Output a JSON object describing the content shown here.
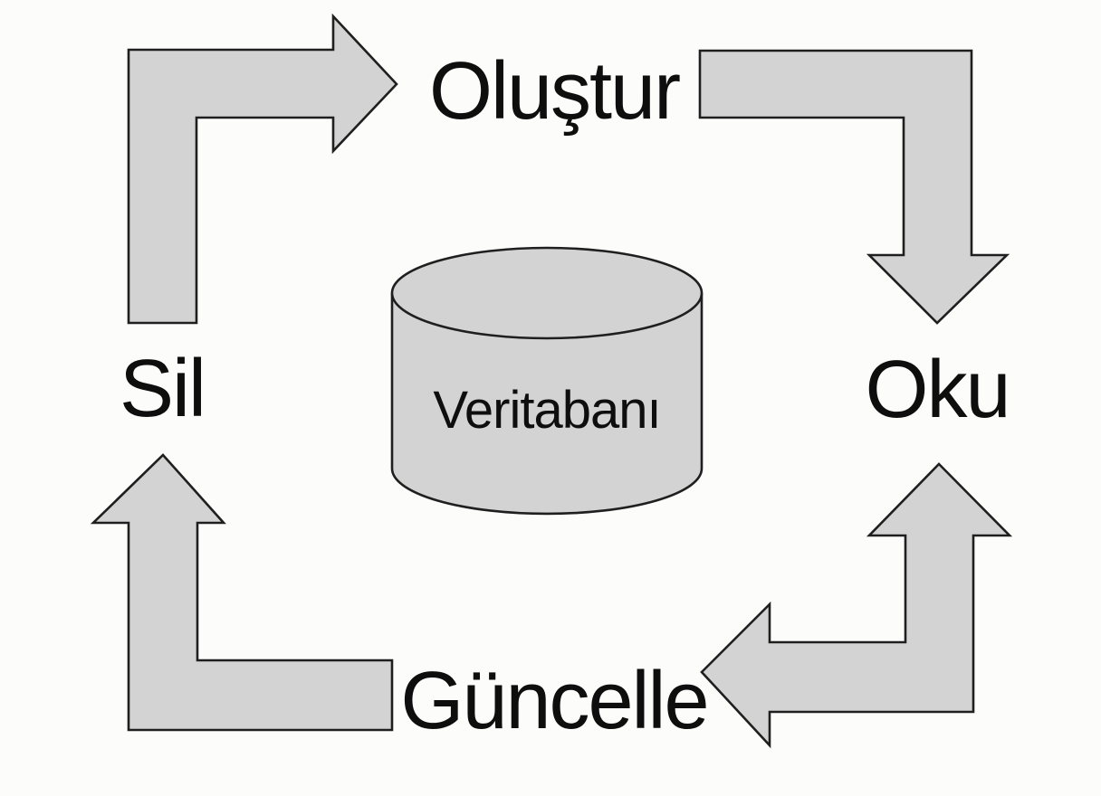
{
  "diagram": {
    "center_label": "Veritabanı",
    "nodes": {
      "create": "Oluştur",
      "read": "Oku",
      "update": "Güncelle",
      "delete": "Sil"
    },
    "arrows": [
      {
        "name": "delete-to-create",
        "shape": "elbow-up-right"
      },
      {
        "name": "create-to-read",
        "shape": "elbow-right-down"
      },
      {
        "name": "read-update-double",
        "shape": "elbow-double-head-up-left"
      },
      {
        "name": "update-to-delete",
        "shape": "elbow-left-up"
      }
    ]
  },
  "colors": {
    "background": "#fcfcfb",
    "shape-fill": "#d3d3d3",
    "shape-stroke": "#1f1f1f",
    "text": "#0e0e0e"
  }
}
